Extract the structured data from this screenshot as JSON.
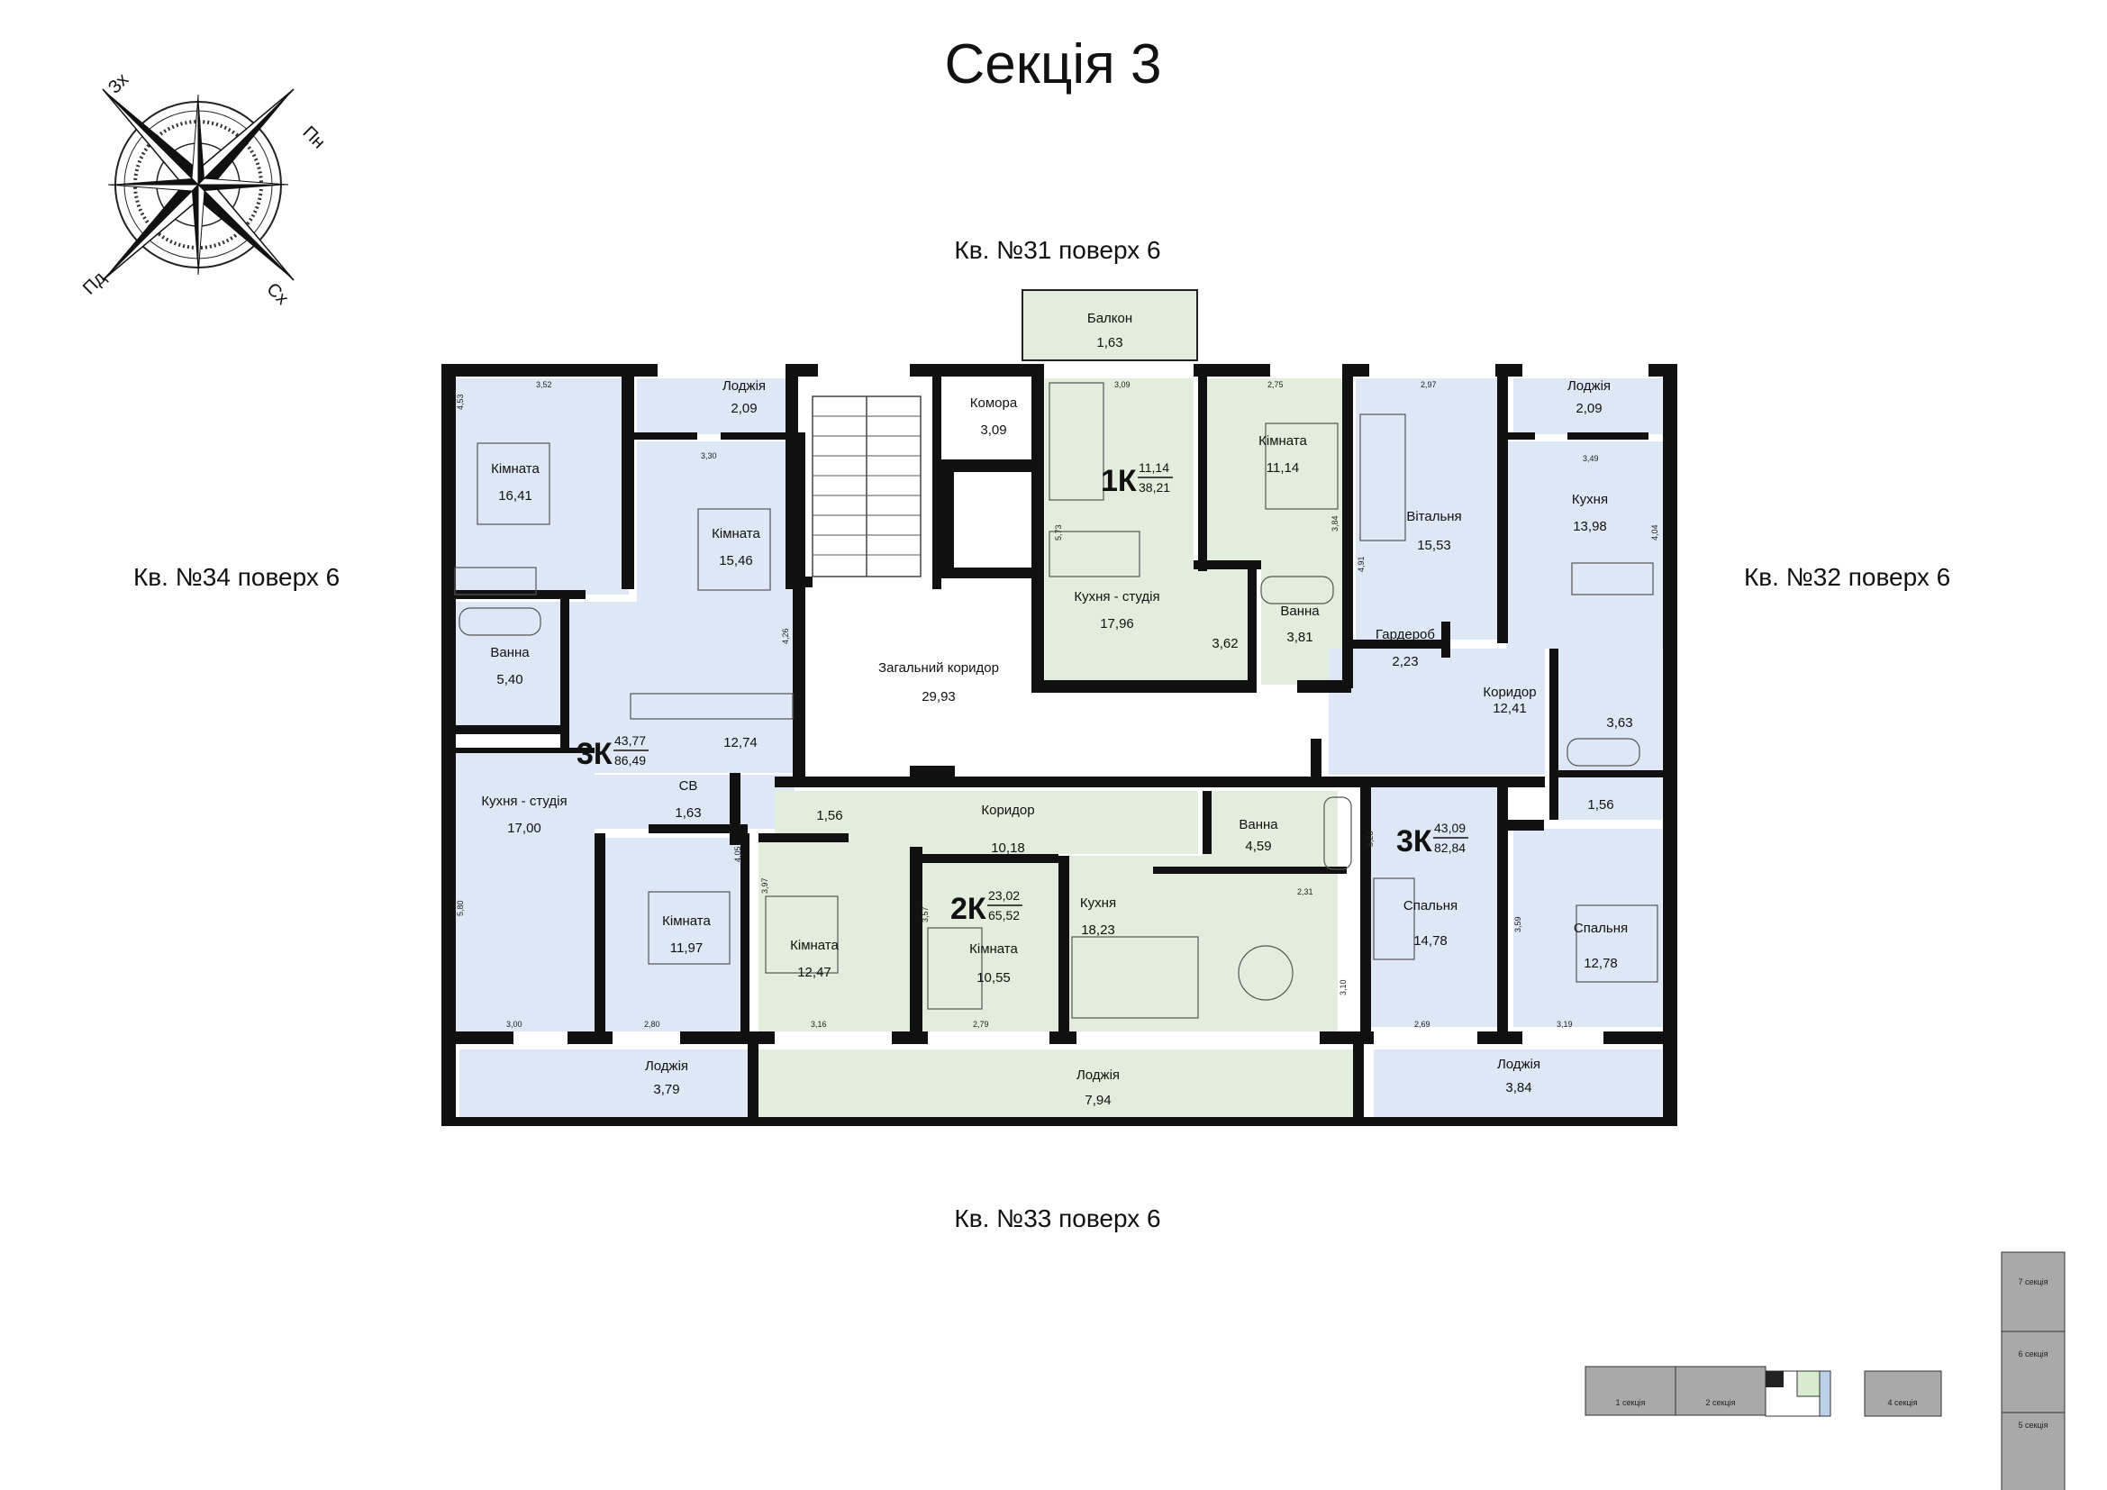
{
  "title": "Секція 3",
  "compass": {
    "n": "Пн",
    "e": "Сх",
    "s": "Пд",
    "w": "Зх"
  },
  "apartment_labels": {
    "top": "Кв. №31 поверх 6",
    "left": "Кв. №34 поверх 6",
    "right": "Кв. №32 поверх 6",
    "bottom": "Кв. №33 поверх 6"
  },
  "tags": {
    "a1": {
      "type": "1К",
      "living": "11,14",
      "total": "38,21"
    },
    "a3": {
      "type": "3К",
      "living": "43,77",
      "total": "86,49"
    },
    "a2": {
      "type": "2К",
      "living": "23,02",
      "total": "65,52"
    },
    "a3b": {
      "type": "3К",
      "living": "43,09",
      "total": "82,84"
    }
  },
  "rooms": {
    "balkon": {
      "name": "Балкон",
      "area": "1,63"
    },
    "komora": {
      "name": "Комора",
      "area": "3,09"
    },
    "k31_room": {
      "name": "Кімната",
      "area": "11,14"
    },
    "k31_kitchen": {
      "name": "Кухня - студія",
      "area": "17,96"
    },
    "k31_hall": {
      "name": "",
      "area": "3,62"
    },
    "k31_bath": {
      "name": "Ванна",
      "area": "3,81"
    },
    "corridor_common": {
      "name": "Загальний коридор",
      "area": "29,93"
    },
    "k34_loggia_top": {
      "name": "Лоджія",
      "area": "2,09"
    },
    "k34_room1": {
      "name": "Кімната",
      "area": "16,41"
    },
    "k34_room2": {
      "name": "Кімната",
      "area": "15,46"
    },
    "k34_bath": {
      "name": "Ванна",
      "area": "5,40"
    },
    "k34_hall": {
      "name": "",
      "area": "12,74"
    },
    "k34_wc": {
      "name": "СВ",
      "area": "1,63"
    },
    "k34_kitchen": {
      "name": "Кухня - студія",
      "area": "17,00"
    },
    "k34_room3": {
      "name": "Кімната",
      "area": "11,97"
    },
    "k34_loggia_bottom": {
      "name": "Лоджія",
      "area": "3,79"
    },
    "k32_loggia_top": {
      "name": "Лоджія",
      "area": "2,09"
    },
    "k32_living": {
      "name": "Вітальня",
      "area": "15,53"
    },
    "k32_kitchen": {
      "name": "Кухня",
      "area": "13,98"
    },
    "k32_wardrobe": {
      "name": "Гардероб",
      "area": "2,23"
    },
    "k32_corridor": {
      "name": "Коридор",
      "area": "12,41"
    },
    "k32_bath": {
      "name": "",
      "area": "3,63"
    },
    "k32_wc": {
      "name": "",
      "area": "1,56"
    },
    "k32_bed1": {
      "name": "Спальня",
      "area": "14,78"
    },
    "k32_bed2": {
      "name": "Спальня",
      "area": "12,78"
    },
    "k32_loggia_bottom": {
      "name": "Лоджія",
      "area": "3,84"
    },
    "k33_wc": {
      "name": "",
      "area": "1,56"
    },
    "k33_corridor": {
      "name": "Коридор",
      "area": "10,18"
    },
    "k33_bath": {
      "name": "Ванна",
      "area": "4,59"
    },
    "k33_room1": {
      "name": "Кімната",
      "area": "12,47"
    },
    "k33_room2": {
      "name": "Кімната",
      "area": "10,55"
    },
    "k33_kitchen": {
      "name": "Кухня",
      "area": "18,23"
    },
    "k33_loggia": {
      "name": "Лоджія",
      "area": "7,94"
    }
  },
  "dimensions": {
    "d1": "3,52",
    "d2": "4,53",
    "d3": "3,30",
    "d4": "4,26",
    "d5": "3,09",
    "d6": "5,73",
    "d7": "2,75",
    "d8": "3,84",
    "d9": "2,97",
    "d10": "4,91",
    "d11": "3,49",
    "d12": "4,04",
    "d13": "4,05",
    "d14": "5,80",
    "d15": "3,00",
    "d16": "2,80",
    "d17": "3,97",
    "d18": "3,16",
    "d19": "3,57",
    "d20": "2,79",
    "d21": "2,31",
    "d22": "3,10",
    "d23": "5,23",
    "d24": "2,69",
    "d25": "3,59",
    "d26": "3,19"
  },
  "key_plan": {
    "sections": [
      "1 секція",
      "2 секція",
      "4 секція",
      "5 секція",
      "6 секція",
      "7 секція"
    ]
  }
}
